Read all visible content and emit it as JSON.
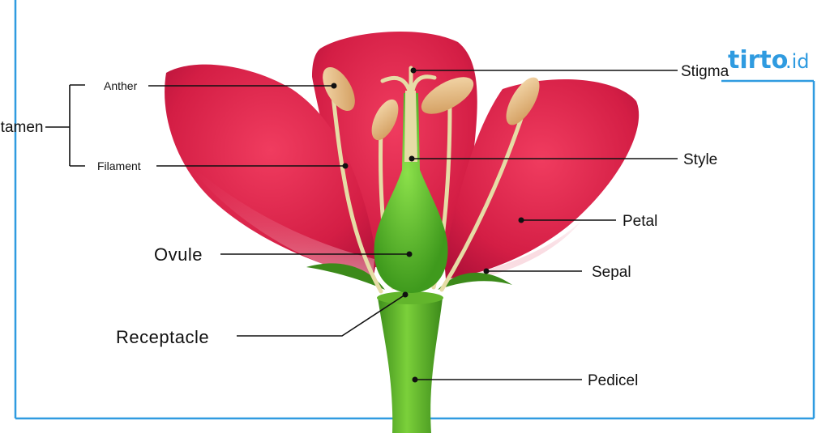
{
  "diagram": {
    "labels": {
      "stamen": "Stamen",
      "anther": "Anther",
      "filament": "Filament",
      "stigma": "Stigma",
      "style": "Style",
      "petal": "Petal",
      "ovule": "Ovule",
      "sepal": "Sepal",
      "receptacle": "Receptacle",
      "pedicel": "Pedicel"
    },
    "colors": {
      "frame": "#2f9be0",
      "petal": "#e0264f",
      "green": "#6cc233",
      "anther": "#e3b57a",
      "filament": "#e6dca6"
    }
  },
  "logo": {
    "main": "tirto",
    "sub": ".id"
  }
}
